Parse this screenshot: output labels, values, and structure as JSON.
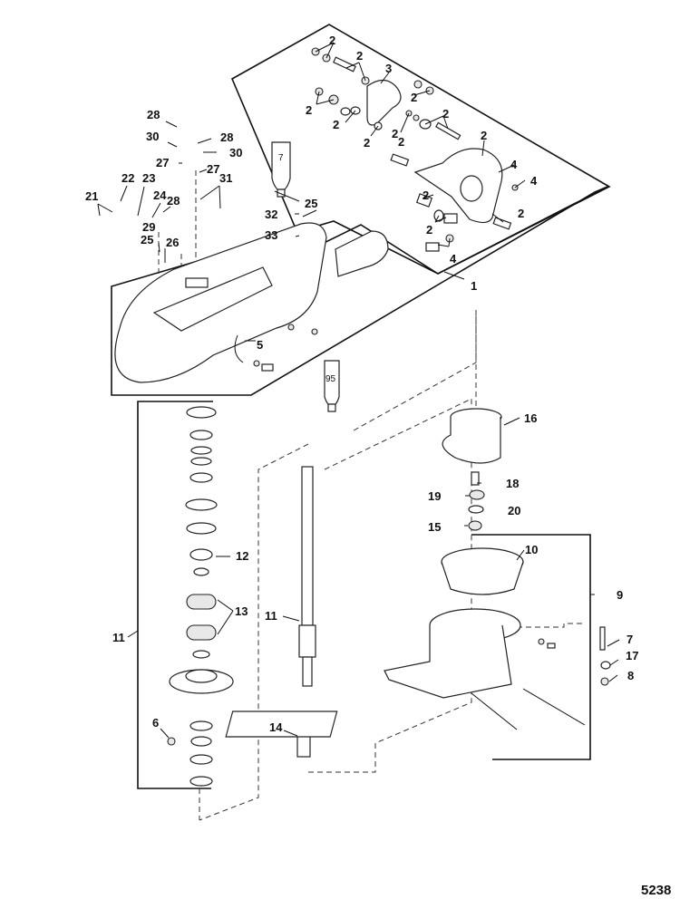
{
  "figure": {
    "type": "exploded parts diagram",
    "subject": "Jet drive pump unit with mounting housing, drive shaft, bearing stack, impeller and intake",
    "figure_number": "5238"
  },
  "tubes": [
    {
      "id": "tube-7",
      "label": "7"
    },
    {
      "id": "tube-95",
      "label": "95"
    }
  ],
  "callouts": [
    {
      "id": "c-2a",
      "label": "2"
    },
    {
      "id": "c-2b",
      "label": "2"
    },
    {
      "id": "c-3",
      "label": "3"
    },
    {
      "id": "c-2c",
      "label": "2"
    },
    {
      "id": "c-2d",
      "label": "2"
    },
    {
      "id": "c-2e",
      "label": "2"
    },
    {
      "id": "c-2f",
      "label": "2"
    },
    {
      "id": "c-2g",
      "label": "2"
    },
    {
      "id": "c-2h",
      "label": "2"
    },
    {
      "id": "c-2i",
      "label": "2"
    },
    {
      "id": "c-2j",
      "label": "2"
    },
    {
      "id": "c-4a",
      "label": "4"
    },
    {
      "id": "c-4b",
      "label": "4"
    },
    {
      "id": "c-2k",
      "label": "2"
    },
    {
      "id": "c-2l",
      "label": "2"
    },
    {
      "id": "c-2m",
      "label": "2"
    },
    {
      "id": "c-4c",
      "label": "4"
    },
    {
      "id": "c-1",
      "label": "1"
    },
    {
      "id": "c-28a",
      "label": "28"
    },
    {
      "id": "c-30a",
      "label": "30"
    },
    {
      "id": "c-28b",
      "label": "28"
    },
    {
      "id": "c-30b",
      "label": "30"
    },
    {
      "id": "c-27a",
      "label": "27"
    },
    {
      "id": "c-27b",
      "label": "27"
    },
    {
      "id": "c-31",
      "label": "31"
    },
    {
      "id": "c-22",
      "label": "22"
    },
    {
      "id": "c-23",
      "label": "23"
    },
    {
      "id": "c-21",
      "label": "21"
    },
    {
      "id": "c-24",
      "label": "24"
    },
    {
      "id": "c-28c",
      "label": "28"
    },
    {
      "id": "c-29",
      "label": "29"
    },
    {
      "id": "c-25a",
      "label": "25"
    },
    {
      "id": "c-26",
      "label": "26"
    },
    {
      "id": "c-32",
      "label": "32"
    },
    {
      "id": "c-25b",
      "label": "25"
    },
    {
      "id": "c-33",
      "label": "33"
    },
    {
      "id": "c-5",
      "label": "5"
    },
    {
      "id": "c-16",
      "label": "16"
    },
    {
      "id": "c-18",
      "label": "18"
    },
    {
      "id": "c-19",
      "label": "19"
    },
    {
      "id": "c-20",
      "label": "20"
    },
    {
      "id": "c-15",
      "label": "15"
    },
    {
      "id": "c-10",
      "label": "10"
    },
    {
      "id": "c-9",
      "label": "9"
    },
    {
      "id": "c-7",
      "label": "7"
    },
    {
      "id": "c-17",
      "label": "17"
    },
    {
      "id": "c-8",
      "label": "8"
    },
    {
      "id": "c-12",
      "label": "12"
    },
    {
      "id": "c-13",
      "label": "13"
    },
    {
      "id": "c-11a",
      "label": "11"
    },
    {
      "id": "c-11b",
      "label": "11"
    },
    {
      "id": "c-6",
      "label": "6"
    },
    {
      "id": "c-14",
      "label": "14"
    }
  ]
}
